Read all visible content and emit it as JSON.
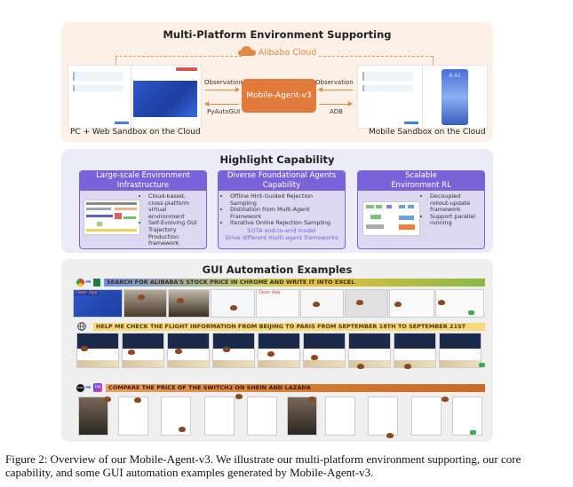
{
  "multi_platform": {
    "title": "Multi-Platform Environment Supporting",
    "cloud_label": "Alibaba Cloud",
    "agent_label": "Mobile-Agent-v3",
    "left_in_label": "Observation",
    "left_out_label": "PyAutoGUI",
    "right_in_label": "Observation",
    "right_out_label": "ADB",
    "pc_sandbox_label": "PC + Web Sandbox on the Cloud",
    "mobile_sandbox_label": "Mobile Sandbox on the Cloud",
    "phone_time": "8:42"
  },
  "highlight": {
    "title": "Highlight Capability",
    "cards": [
      {
        "title_line1": "Large-scale Environment",
        "title_line2": "Infrastructure",
        "bullets": [
          "Cloud-based, cross-platform virtual environment",
          "Self-Evolving GUI Trajectory Production framework"
        ]
      },
      {
        "title_line1": "Diverse Foundational Agents",
        "title_line2": "Capability",
        "bullets": [
          "Offline Hint-Guided Rejection Sampling",
          "Distillation from Multi-Agent Framework",
          "Iterative Online Rejection Sampling"
        ],
        "note_line1": "SOTA end-to-end model",
        "note_line2": "Drive different multi-agent frameworks"
      },
      {
        "title_line1": "Scalable",
        "title_line2": "Environment RL",
        "bullets": [
          "Decoupled rollout-update framework",
          "Support parallel running"
        ]
      }
    ]
  },
  "gui_examples": {
    "title": "GUI Automation Examples",
    "tasks": [
      {
        "instruction": "SEARCH FOR ALIBABA'S STOCK PRICE IN CHROME AND WRITE IT INTO EXCEL",
        "open_app_label_1": "Open App",
        "open_app_label_2": "Open App"
      },
      {
        "instruction": "HELP ME CHECK THE FLIGHT INFORMATION FROM BEIJING TO PARIS FROM SEPTEMBER 18TH TO SEPTEMBER 21ST"
      },
      {
        "instruction": "COMPARE THE PRICE OF THE SWITCH2 ON SHEIN AND LAZADA",
        "shein_label": "SHEIN",
        "lazada_label": "laz"
      }
    ]
  },
  "caption": "Figure 2: Overview of our Mobile-Agent-v3. We illustrate our multi-platform environment supporting, our core capability, and some GUI automation examples generated by Mobile-Agent-v3.",
  "colors": {
    "orange": "#e07b3c",
    "purple": "#7a63d8",
    "peach_bg": "#fdf1e7",
    "lavender_bg": "#ecebf8",
    "gray_bg": "#efefef"
  }
}
